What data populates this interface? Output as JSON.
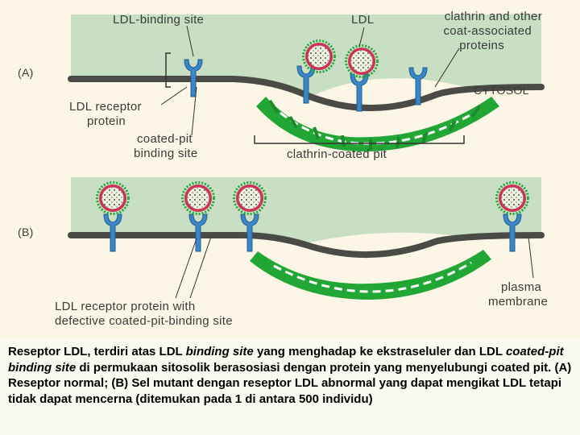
{
  "panel_a": {
    "tag": "(A)",
    "ldl_binding_site": "LDL-binding site",
    "ldl": "LDL",
    "clathrin_line1": "clathrin and other",
    "clathrin_line2": "coat-associated",
    "clathrin_line3": "proteins",
    "cytosol": "CYTOSOL",
    "receptor_line1": "LDL receptor",
    "receptor_line2": "protein",
    "coated_pit_line1": "coated-pit",
    "coated_pit_line2": "binding site",
    "clathrin_coated_pit": "clathrin-coated pit"
  },
  "panel_b": {
    "tag": "(B)",
    "plasma_line1": "plasma",
    "plasma_line2": "membrane",
    "defective_line1": "LDL receptor protein with",
    "defective_line2": "defective coated-pit-binding site"
  },
  "caption": {
    "t1": "Reseptor LDL, terdiri atas LDL ",
    "t2": "binding site",
    "t3": " yang menghadap ke ekstraseluler dan LDL ",
    "t4": "coated-pit binding site",
    "t5": " di permukaan sitosolik berasosiasi dengan protein yang menyelubungi coated pit. (A) Reseptor normal; (B) Sel mutant dengan reseptor LDL abnormal yang dapat mengikat LDL tetapi tidak dapat mencerna (ditemukan pada 1 di antara 500 individu)"
  },
  "colors": {
    "membrane": "#4a4a46",
    "outside": "#c8dfc4",
    "clathrin": "#22a636",
    "receptor": "#3a86c6",
    "ldl_core": "#eef3df",
    "ldl_shell": "#cc3355"
  }
}
